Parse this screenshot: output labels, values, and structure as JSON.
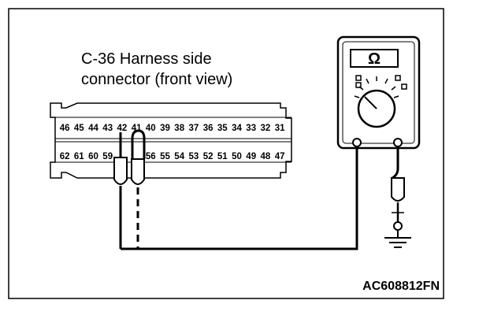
{
  "connector": {
    "title_line1": "C-36 Harness side",
    "title_line2": "connector (front view)",
    "top_row_pins": [
      "46",
      "45",
      "44",
      "43",
      "42",
      "41",
      "40",
      "39",
      "38",
      "37",
      "36",
      "35",
      "34",
      "33",
      "32",
      "31"
    ],
    "bottom_row_pins": [
      "62",
      "61",
      "60",
      "59",
      "",
      "",
      "56",
      "55",
      "54",
      "53",
      "52",
      "51",
      "50",
      "49",
      "48",
      "47"
    ]
  },
  "meter": {
    "display_symbol": "Ω"
  },
  "figure_code": "AC608812FN"
}
